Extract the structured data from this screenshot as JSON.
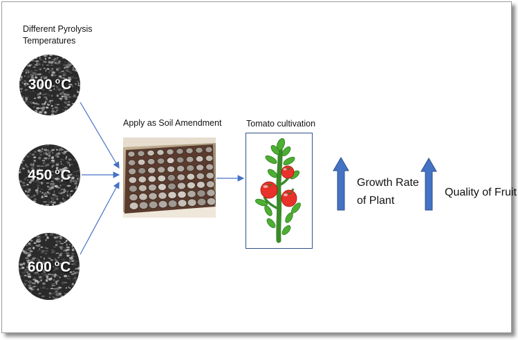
{
  "heading": "Different Pyrolysis Temperatures",
  "temperatures": [
    {
      "value": "300",
      "degree": "o",
      "unit": "C"
    },
    {
      "value": "450",
      "degree": "o",
      "unit": "C"
    },
    {
      "value": "600",
      "degree": "o",
      "unit": "C"
    }
  ],
  "step_apply": "Apply as Soil Amendment",
  "step_cultivation": "Tomato cultivation",
  "outcome_growth": "Growth Rate of Plant",
  "outcome_quality": "Quality of Fruit",
  "colors": {
    "arrow_line": "#4472c4",
    "up_arrow": "#4472c4",
    "box_border": "#2f4f8a",
    "tomato_red": "#e8312a",
    "leaf_green": "#3a9a2a"
  }
}
